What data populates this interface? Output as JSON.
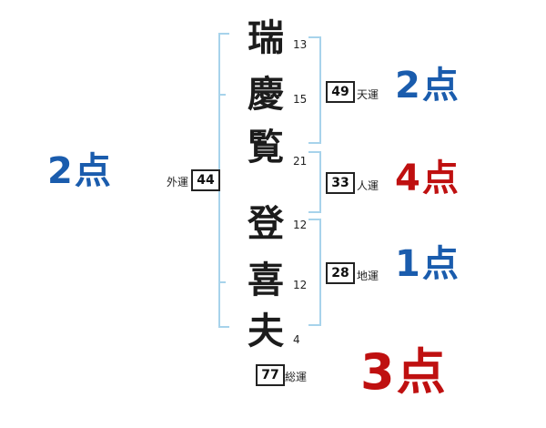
{
  "chart": {
    "characters": [
      {
        "char": "瑞",
        "strokes": "13"
      },
      {
        "char": "慶",
        "strokes": "15"
      },
      {
        "char": "覧",
        "strokes": "21"
      },
      {
        "char": "登",
        "strokes": "12"
      },
      {
        "char": "喜",
        "strokes": "12"
      },
      {
        "char": "夫",
        "strokes": "4"
      }
    ],
    "gaiun": {
      "label": "外運",
      "value": "44",
      "score": "2点"
    },
    "tenun": {
      "label": "天運",
      "value": "49",
      "score": "2点"
    },
    "jinun": {
      "label": "人運",
      "value": "33",
      "score": "4点"
    },
    "chiun": {
      "label": "地運",
      "value": "28",
      "score": "1点"
    },
    "soun": {
      "label": "総運",
      "value": "77",
      "score": "3点"
    },
    "colors": {
      "blue": "#1a5cad",
      "red": "#bf1010",
      "bracket": "#a7d3eb"
    }
  }
}
